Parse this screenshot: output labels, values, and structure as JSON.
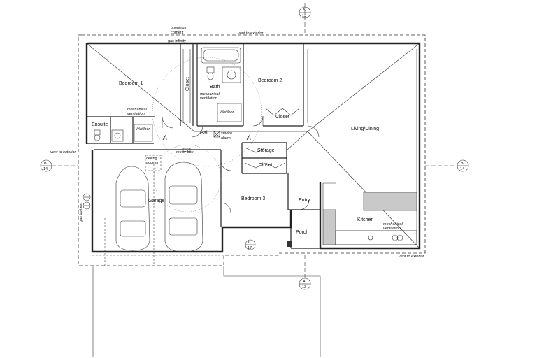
{
  "rooms": {
    "bedroom1": "Bedroom 1",
    "bedroom2": "Bedroom 2",
    "bedroom3": "Bedroom 3",
    "bath": "Bath",
    "ensuite": "Ensuite",
    "hall": "Hall",
    "closet_bed1": "Closet",
    "closet_bed2": "Closet",
    "closet_bed3": "Closet",
    "storage": "Storage",
    "living": "Living/Dining",
    "garage": "Garage",
    "entry": "Entry",
    "porch": "Porch",
    "kitchen": "Kitchen"
  },
  "notes": {
    "openings_line1": "openings",
    "openings_line2": "cornerit",
    "gas_infinity": "gas infinity",
    "vent_top": "vent to exterior",
    "vent_left": "vent to exterior",
    "vent_bottom": "vent to exterior",
    "mech_vent_ensuite_1": "mechanical",
    "mech_vent_ensuite_2": "ventilation",
    "mech_vent_bath_1": "mechanical",
    "mech_vent_bath_2": "ventilation",
    "mech_vent_kitchen_1": "mechanical",
    "mech_vent_kitchen_2": "ventilation",
    "wetfloor_ensuite": "Wetfloor",
    "wetfloor_bath": "Wetfloor",
    "smoke_alarm_1": "smoke",
    "smoke_alarm_2": "alarm",
    "meter_box": "meter box",
    "ceiling_access_1": "ceiling",
    "ceiling_access_2": "access",
    "gas_bottles": "gas bottles",
    "section_a_left": "A",
    "section_a_right": "A"
  },
  "section_markers": {
    "top": {
      "letter": "A",
      "sheet": "13"
    },
    "bottom": {
      "letter": "A",
      "sheet": "13"
    },
    "left": {
      "letter": "B",
      "sheet": "14"
    },
    "right": {
      "letter": "B",
      "sheet": "14"
    },
    "porch": {
      "letter": "C",
      "sheet": "17"
    }
  }
}
